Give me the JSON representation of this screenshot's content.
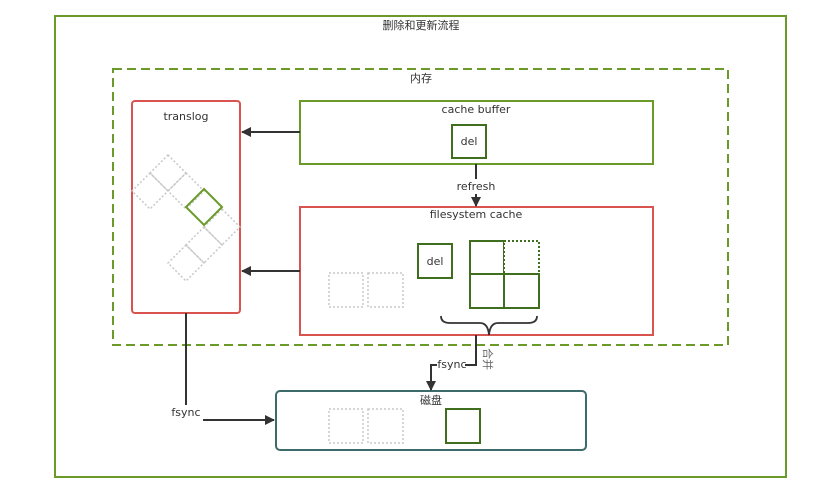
{
  "title": "删除和更新流程",
  "memory": {
    "label": "内存"
  },
  "translog": {
    "label": "translog"
  },
  "cache_buffer": {
    "label": "cache buffer",
    "del_label": "del"
  },
  "refresh_label": "refresh",
  "filesystem_cache": {
    "label": "filesystem cache",
    "del_label": "del"
  },
  "merge_label": "合并",
  "fsync_fs_label": "fsync",
  "fsync_translog_label": "fsync",
  "disk": {
    "label": "磁盘"
  },
  "colors": {
    "outer_border": "#6a9a2a",
    "memory_border": "#6a9a2a",
    "translog_border": "#d9534f",
    "cache_buffer_border": "#6a9a2a",
    "filesystem_border": "#d9534f",
    "disk_border": "#3d6b6b",
    "segment_solid": "#3e6e1e",
    "segment_ghost": "#c8c8c8",
    "arrow": "#333333"
  }
}
